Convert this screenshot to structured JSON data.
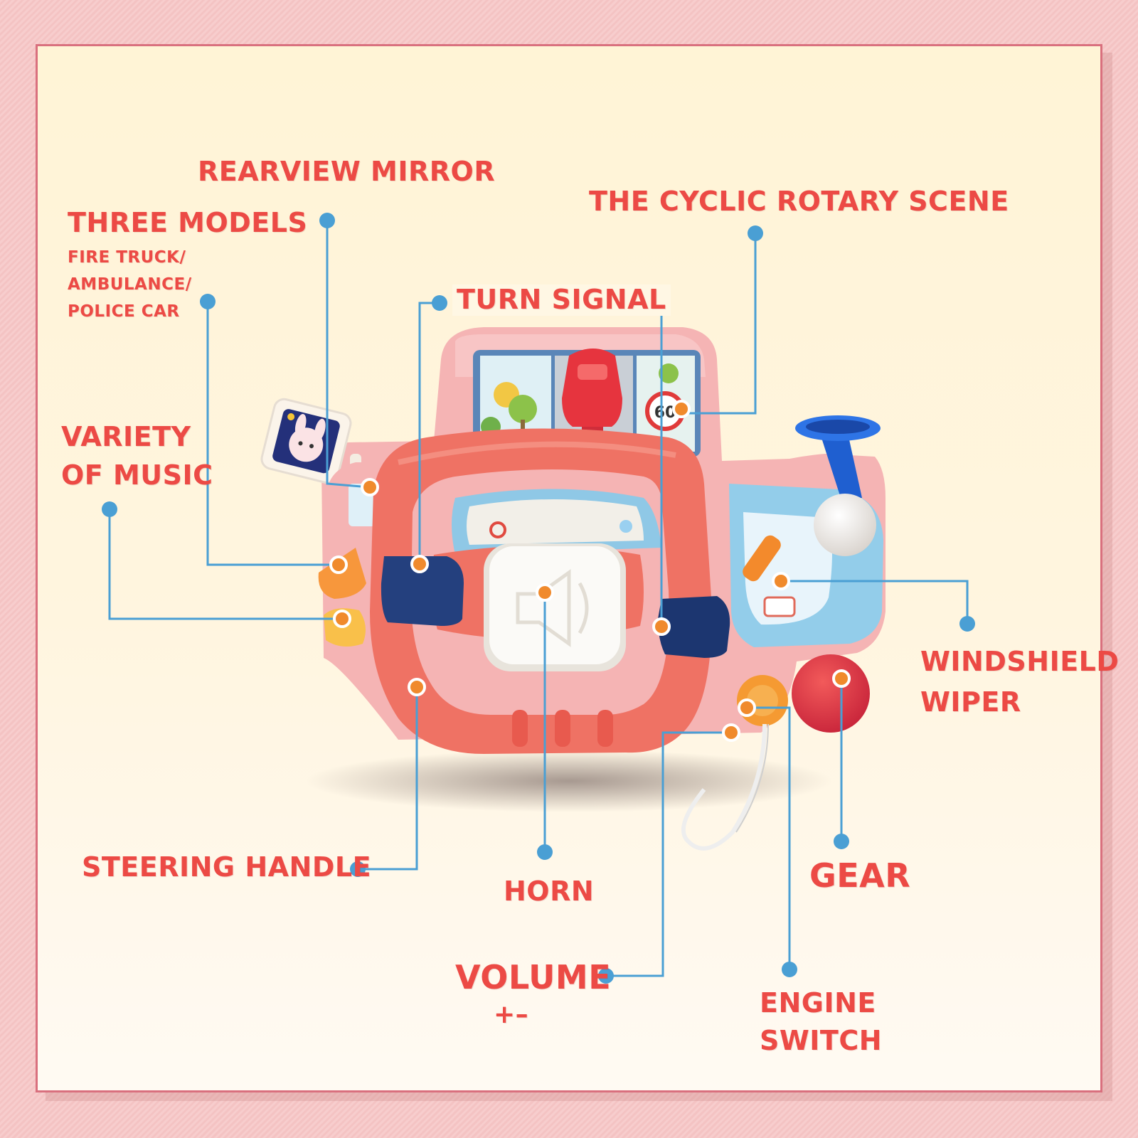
{
  "labels": {
    "rearview_mirror": "REARVIEW MIRROR",
    "three_models": "THREE MODELS",
    "three_models_lines": [
      "FIRE TRUCK/",
      "AMBULANCE/",
      "POLICE CAR"
    ],
    "cyclic_rotary_scene": "THE CYCLIC ROTARY SCENE",
    "turn_signal": "TURN SIGNAL",
    "variety_of_music": [
      "VARIETY",
      "OF MUSIC"
    ],
    "windshield_wiper": [
      "WINDSHIELD",
      "WIPER"
    ],
    "steering_handle": "STEERING HANDLE",
    "horn": "HORN",
    "gear": "GEAR",
    "volume": "VOLUME",
    "volume_sub": "+–",
    "engine_switch": [
      "ENGINE",
      "SWITCH"
    ]
  },
  "toy_text": {
    "speed_sign": "60"
  },
  "colors": {
    "label_red": "#ec4a45",
    "leader_blue": "#4a9fd4",
    "marker_orange": "#f08a2c",
    "frame_pink": "#d9707e",
    "wheel_coral": "#ef7264",
    "body_pink": "#f5b4b4",
    "dash_blue": "#93cdea"
  }
}
